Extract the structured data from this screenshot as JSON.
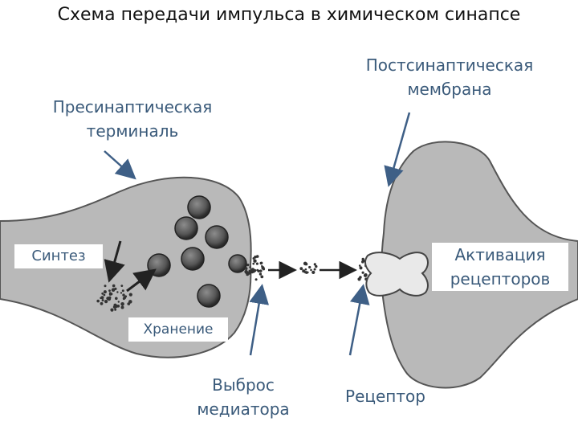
{
  "title": "Схема передачи импульса в химическом синапсе",
  "labels": {
    "presynaptic": "Пресинаптическая\nтерминаль",
    "postsynaptic": "Постсинаптическая\nмембрана",
    "synthesis": "Синтез",
    "activation": "Активация\nрецепторов",
    "storage": "Хранение",
    "release": "Выброс\nмедиатора",
    "receptor": "Рецептор"
  },
  "colors": {
    "label_text": "#3a5a7a",
    "arrow": "#3e5f86",
    "cell_fill": "#b9b9b9",
    "cell_edge": "#555555",
    "vesicle_fill": "#5d5d5d",
    "receptor_fill": "#e9e9e9"
  }
}
